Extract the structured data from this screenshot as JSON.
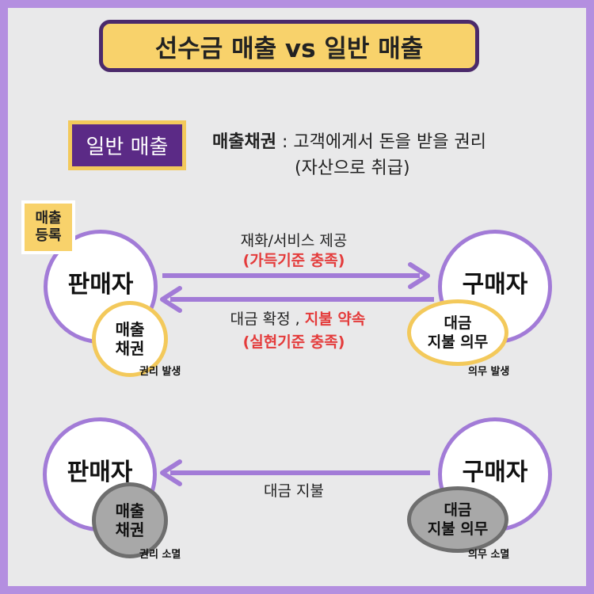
{
  "title": "선수금 매출 vs 일반 매출",
  "section_tag": "일반 매출",
  "definition": {
    "term": "매출채권",
    "separator": " : ",
    "text": "고객에게서 돈을 받을 권리",
    "note": "(자산으로 취급)"
  },
  "top": {
    "badge_line1": "매출",
    "badge_line2": "등록",
    "seller": "판매자",
    "buyer": "구매자",
    "seller_sub_line1": "매출",
    "seller_sub_line2": "채권",
    "buyer_sub_line1": "대금",
    "buyer_sub_line2": "지불 의무",
    "seller_caption": "권리 발생",
    "buyer_caption": "의무 발생",
    "arrow_right_label": "재화/서비스 제공",
    "arrow_right_sublabel": "(가득기준 충족)",
    "arrow_left_label_part1": "대금 확정 , ",
    "arrow_left_label_part2": "지불 약속",
    "arrow_left_sublabel": "(실현기준 충족)"
  },
  "bottom": {
    "seller": "판매자",
    "buyer": "구매자",
    "seller_sub_line1": "매출",
    "seller_sub_line2": "채권",
    "buyer_sub_line1": "대금",
    "buyer_sub_line2": "지불 의무",
    "seller_caption": "권리 소멸",
    "buyer_caption": "의무 소멸",
    "arrow_left_label": "대금 지불"
  },
  "colors": {
    "frame": "#b48fe0",
    "title_bg": "#f8d26b",
    "title_border": "#4b2a6b",
    "tag_bg": "#5b2a86",
    "arrow": "#a27bd7",
    "highlight_red": "#e43b3b"
  }
}
